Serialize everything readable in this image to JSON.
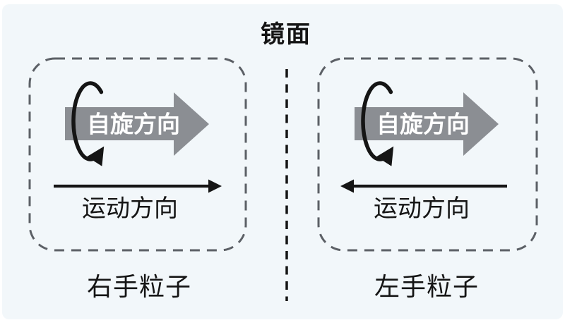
{
  "title": "镜面",
  "colors": {
    "canvas_background": "#f2f7fa",
    "spin_arrow_gray": "#8b8e93",
    "diagram_black": "#151515",
    "box_border_gray": "#5c6066",
    "spin_text_white": "#ffffff"
  },
  "left_panel": {
    "spin_label": "自旋方向",
    "motion_label": "运动方向",
    "caption": "右手粒子",
    "spin_arrow_direction": "right",
    "motion_arrow_direction": "right"
  },
  "right_panel": {
    "spin_label": "自旋方向",
    "motion_label": "运动方向",
    "caption": "左手粒子",
    "spin_arrow_direction": "right",
    "motion_arrow_direction": "left"
  }
}
